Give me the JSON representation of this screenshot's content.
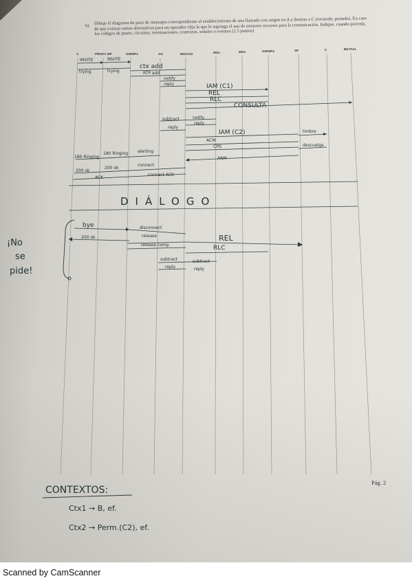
{
  "question": {
    "label": "b)",
    "text": "Dibuje el diagrama de paso de mensajes correspondiente al establecimiento de una llamada con origen en A y destino a C (recuerde, portado). En caso de que existan varias alternativas para un operador elija la que le suponga el uso de menores recursos para la comunicación. Indique, cuando proceda, los códigos de punto, circuitos, terminaciones, contextos, señales o eventos (1,5 puntos)"
  },
  "columns": [
    "A",
    "PROXY SIP",
    "GWSIP1",
    "AG",
    "MGC/AS",
    "MG1",
    "MG2",
    "GWSIP2",
    "SP",
    "C",
    "BD Port."
  ],
  "messages": {
    "invite_1": "INVITE",
    "invite_2": "INVITE",
    "trying_1": "trying",
    "trying_2": "trying",
    "ctx_add": "ctx add",
    "rtp_add": "RTP add",
    "notify": "notify",
    "reply_1": "reply",
    "iam_c1": "IAM (C1)",
    "rel_1": "REL",
    "rlc_1": "RLC",
    "consulta": "CONSULTA",
    "subtract": "subtract",
    "notify_2": "notify",
    "reply_2": "reply",
    "reply_3": "reply",
    "iam_c2": "IAM (C2)",
    "timbre": "timbre",
    "acm": "ACM",
    "cpg": "CPG",
    "descuelga": "descuelga",
    "anm": "ANM",
    "ringing_1": "180 Ringing",
    "ringing_2": "180 Ringing",
    "alerting": "alerting",
    "ok_1": "200 ok",
    "ok_2": "200 ok",
    "connect": "connect",
    "ack": "ACK",
    "connect_ack": "connect ACK"
  },
  "dialogo": "DIÁLOGO",
  "release": {
    "bye": "bye",
    "disconnect": "disconnect",
    "ok200": "200 ok",
    "release": "release",
    "release_comp": "release comp.",
    "rel": "REL",
    "rlc": "RLC",
    "subtract_a": "subtract",
    "subtract_b": "subtract",
    "reply_a": "reply",
    "reply_b": "reply"
  },
  "side_note": [
    "¡No",
    "se",
    "pide!"
  ],
  "page_number": "Pág. 2",
  "contextos": {
    "title": "CONTEXTOS:",
    "ctx1": "Ctx1 → B, ef.",
    "ctx2": "Ctx2 → Perm.(C2), ef."
  },
  "footer": "Scanned by CamScanner",
  "colors": {
    "ink": "#2b3a3a",
    "print": "#333333",
    "paper": "#e3e1db"
  }
}
